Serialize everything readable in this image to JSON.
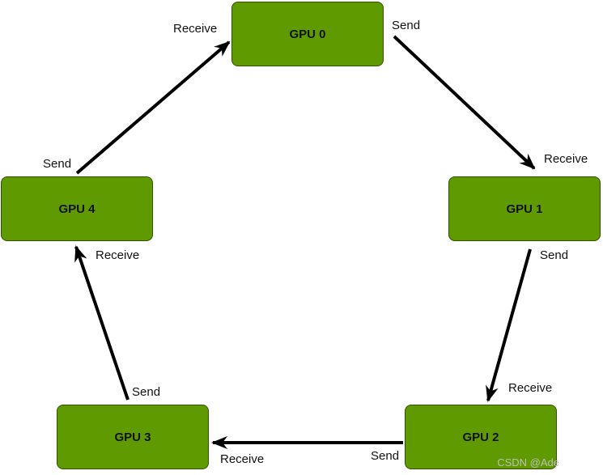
{
  "nodes": [
    {
      "label": "GPU 0"
    },
    {
      "label": "GPU 1"
    },
    {
      "label": "GPU 2"
    },
    {
      "label": "GPU 3"
    },
    {
      "label": "GPU 4"
    }
  ],
  "edge_labels": {
    "send": "Send",
    "receive": "Receive"
  },
  "watermark": "CSDN @Ade",
  "colors": {
    "node_fill": "#5f9b00",
    "node_border": "#2f5200",
    "arrow": "#000000"
  }
}
